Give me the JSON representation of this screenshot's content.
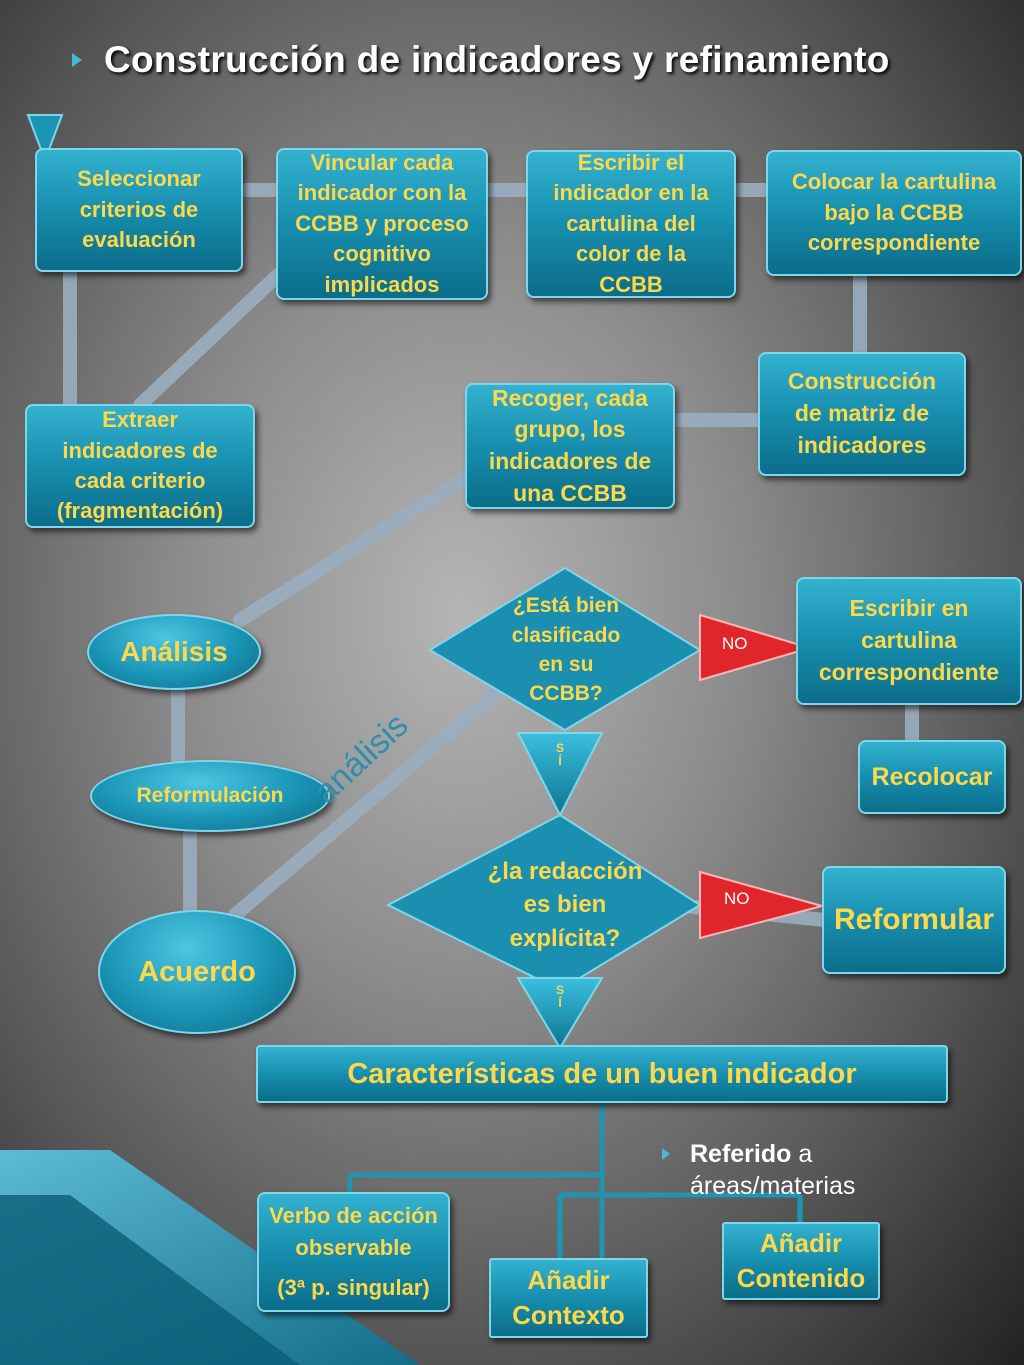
{
  "title": "Construcción de indicadores y refinamiento",
  "boxes": {
    "seleccionar": "Seleccionar\ncriterios de\nevaluación",
    "vincular": "Vincular cada\nindicador con la\nCCBB y proceso\ncognitivo\nimplicados",
    "escribir": "Escribir el\nindicador en la\ncartulina del\ncolor de la\nCCBB",
    "colocar": "Colocar la cartulina\nbajo la CCBB\ncorrespondiente",
    "extraer": "Extraer\nindicadores de\ncada criterio\n(fragmentación)",
    "recoger": "Recoger, cada\ngrupo, los\nindicadores de\nuna CCBB",
    "construccion": "Construcción\nde matriz de\nindicadores",
    "escribir_cartulina": "Escribir en\ncartulina\ncorrespondiente",
    "recolocar": "Recolocar",
    "reformular": "Reformular",
    "caracteristicas": "Características de un buen indicador",
    "verbo_line1": "Verbo de acción\nobservable",
    "verbo_line2": "(3ª p. singular)",
    "contexto": "Añadir\nContexto",
    "contenido": "Añadir\nContenido"
  },
  "ovals": {
    "analisis": "Análisis",
    "reformulacion": "Reformulación",
    "acuerdo": "Acuerdo"
  },
  "decisions": {
    "q1": "¿Está bien\nclasificado\nen su\nCCBB?",
    "q2": "¿la redacción\nes  bien\nexplícita?"
  },
  "arrows": {
    "no1": "NO",
    "no2": "NO",
    "si1": "S\nÍ",
    "si2": "S\nÍ"
  },
  "rotated_label": "análisis",
  "bullet": {
    "bold": "Referido",
    "rest1": " a",
    "rest2": "áreas/materias"
  },
  "colors": {
    "box_fill": "#178eae",
    "box_text": "#ffd84a",
    "connector": "#9aaebf",
    "arrow_red": "#e0262b"
  }
}
